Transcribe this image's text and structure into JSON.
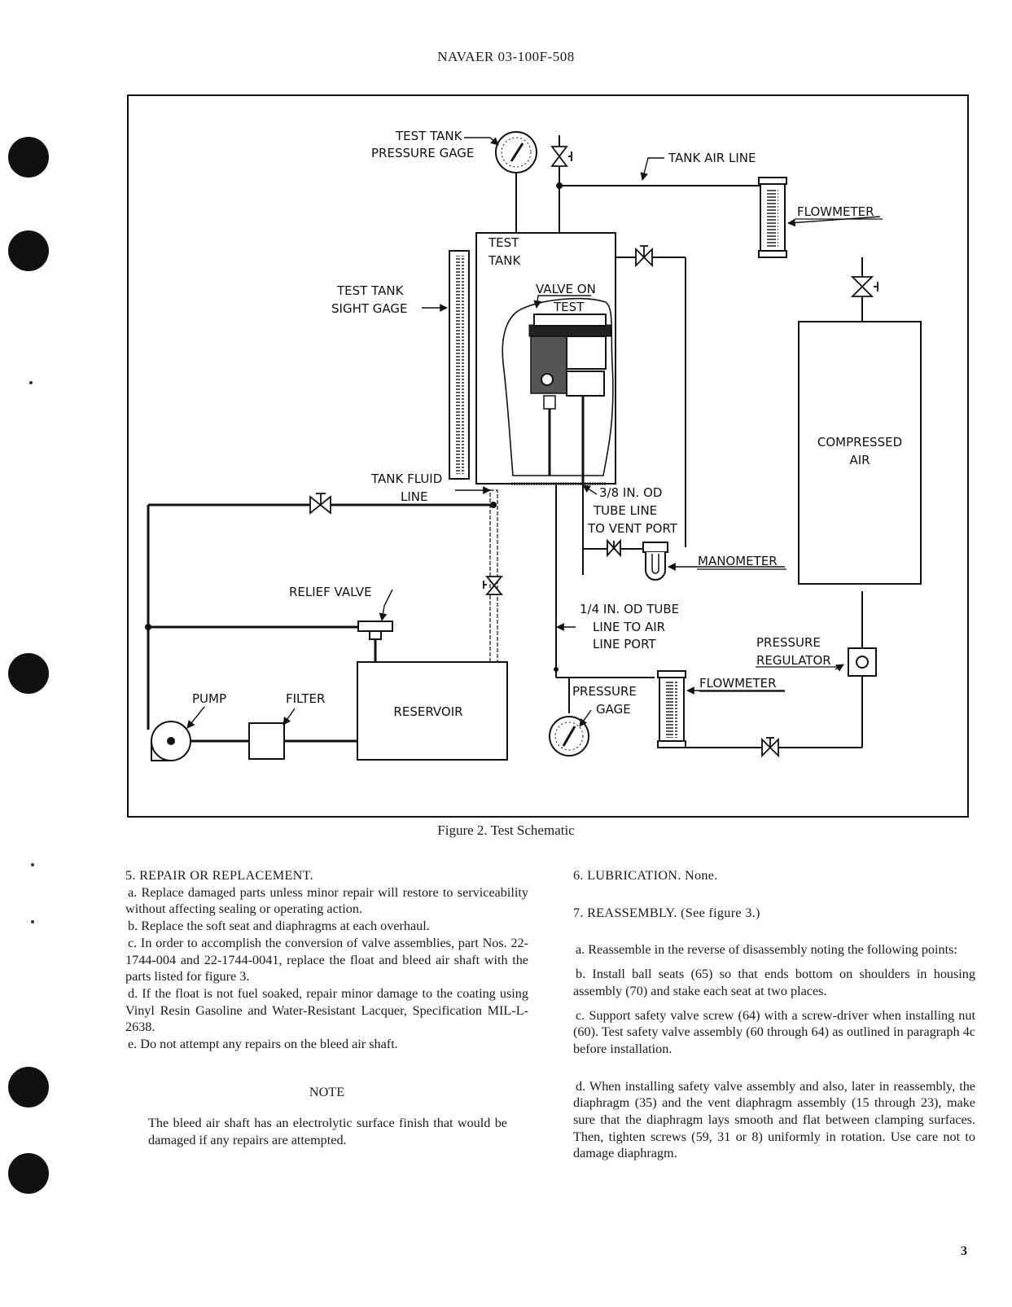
{
  "header": {
    "doc_number": "NAVAER 03-100F-508"
  },
  "figure": {
    "caption": "Figure 2.  Test Schematic",
    "labels": {
      "test_tank_pressure_gage_1": "TEST TANK",
      "test_tank_pressure_gage_2": "PRESSURE GAGE",
      "tank_air_line": "TANK AIR LINE",
      "flowmeter_top": "FLOWMETER",
      "test_tank_1": "TEST",
      "test_tank_2": "TANK",
      "sight_gage_1": "TEST TANK",
      "sight_gage_2": "SIGHT GAGE",
      "valve_on_test_1": "VALVE ON",
      "valve_on_test_2": "TEST",
      "compressed_air_1": "COMPRESSED",
      "compressed_air_2": "AIR",
      "tank_fluid_line_1": "TANK FLUID",
      "tank_fluid_line_2": "LINE",
      "tube_3_8_1": "3/8 IN. OD",
      "tube_3_8_2": "TUBE LINE",
      "tube_3_8_3": "TO VENT PORT",
      "manometer": "MANOMETER",
      "relief_valve": "RELIEF VALVE",
      "tube_1_4_1": "1/4 IN. OD TUBE",
      "tube_1_4_2": "LINE TO AIR",
      "tube_1_4_3": "LINE PORT",
      "pressure_regulator_1": "PRESSURE",
      "pressure_regulator_2": "REGULATOR",
      "flowmeter_bottom": "FLOWMETER",
      "pressure_gage_1": "PRESSURE",
      "pressure_gage_2": "GAGE",
      "pump": "PUMP",
      "filter": "FILTER",
      "reservoir": "RESERVOIR"
    }
  },
  "section5": {
    "heading": "5.  REPAIR OR REPLACEMENT.",
    "a": "a.  Replace damaged parts unless minor repair will restore to serviceability without affecting sealing or operating action.",
    "b": "b.  Replace the soft seat and diaphragms at each overhaul.",
    "c": "c.  In order to accomplish the conversion of valve assemblies, part Nos. 22-1744-004 and 22-1744-0041, replace the float and bleed air shaft with the parts listed for figure 3.",
    "d": "d.  If the float is not fuel soaked, repair minor damage to the coating using Vinyl Resin Gasoline and Water-Resistant Lacquer, Specification MIL-L-2638.",
    "e": "e.  Do not attempt any repairs on the bleed air shaft.",
    "note_title": "NOTE",
    "note_text": "The bleed air shaft has an electrolytic surface finish that would be damaged if any repairs are attempted."
  },
  "section6": {
    "heading": "6.  LUBRICATION.  None."
  },
  "section7": {
    "heading": "7.  REASSEMBLY.  (See figure 3.)",
    "a": "a.  Reassemble in the reverse of disassembly noting the following points:",
    "b": "b.  Install ball seats (65) so that ends bottom on shoulders in housing assembly (70) and stake each seat at two places.",
    "c": "c.  Support safety valve screw (64) with a screw-driver when installing nut (60).  Test safety valve assembly (60 through 64) as outlined in paragraph 4c before installation.",
    "d": "d.  When installing safety valve assembly and also, later in reassembly, the diaphragm (35) and the vent diaphragm assembly (15 through 23), make sure that the diaphragm lays smooth and flat between clamping surfaces.  Then, tighten screws (59, 31 or 8) uniformly in rotation.  Use care not to damage diaphragm."
  },
  "footer": {
    "page_number": "3"
  }
}
